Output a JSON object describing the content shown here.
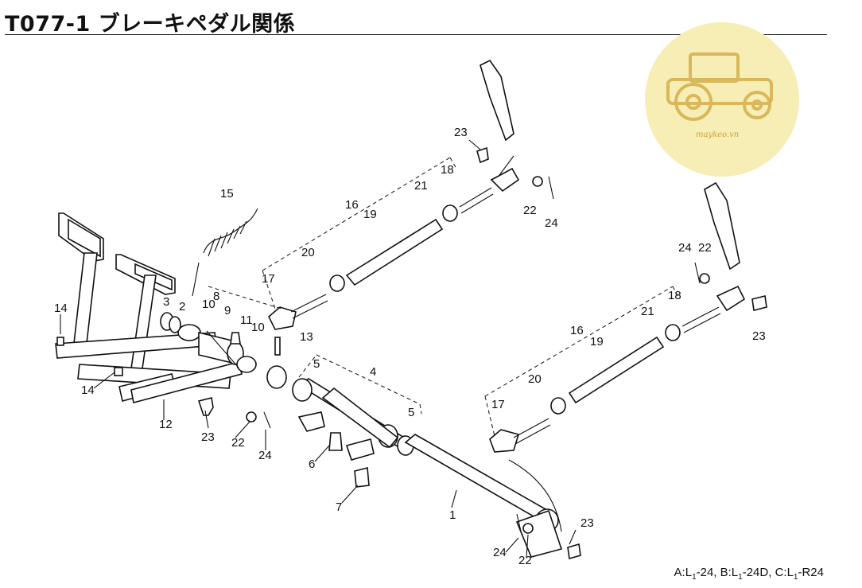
{
  "header": {
    "title": "T077-1 ブレーキペダル関係"
  },
  "footer": {
    "legend_a": "A:L",
    "legend_a_sub": "1",
    "legend_a_rest": "-24, B:L",
    "legend_b_sub": "1",
    "legend_b_rest": "-24D, C:L",
    "legend_c_sub": "1",
    "legend_c_rest": "-R24"
  },
  "watermark": {
    "text": "maykeo.vn",
    "color": "#f7eeb5",
    "icon": "tractor-icon"
  },
  "callouts": {
    "c1": "1",
    "c2": "2",
    "c3": "3",
    "c4": "4",
    "c5a": "5",
    "c5b": "5",
    "c6": "6",
    "c7": "7",
    "c8": "8",
    "c9": "9",
    "c10a": "10",
    "c10b": "10",
    "c11": "11",
    "c12": "12",
    "c13": "13",
    "c14a": "14",
    "c14b": "14",
    "c15": "15",
    "c16a": "16",
    "c16b": "16",
    "c17a": "17",
    "c17b": "17",
    "c18a": "18",
    "c18b": "18",
    "c19a": "19",
    "c19b": "19",
    "c20a": "20",
    "c20b": "20",
    "c21a": "21",
    "c21b": "21",
    "c22a": "22",
    "c22b": "22",
    "c22c": "22",
    "c22d": "22",
    "c23a": "23",
    "c23b": "23",
    "c23c": "23",
    "c23d": "23",
    "c24a": "24",
    "c24b": "24",
    "c24c": "24",
    "c24d": "24"
  }
}
